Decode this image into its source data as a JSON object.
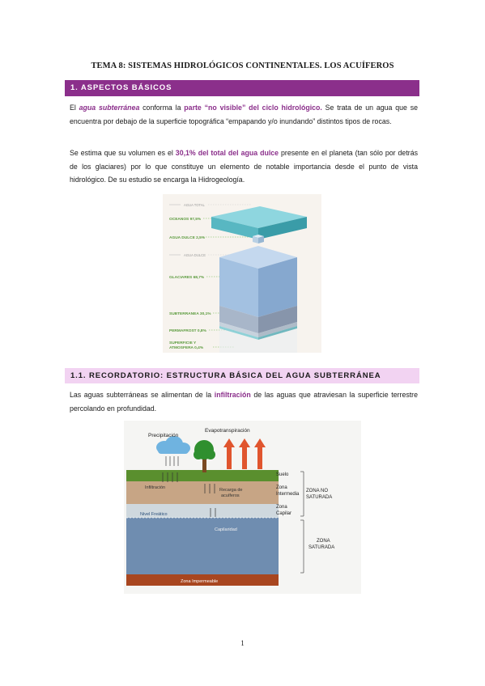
{
  "doc_title": "TEMA 8: SISTEMAS HIDROLÓGICOS CONTINENTALES. LOS ACUÍFEROS",
  "section1": {
    "title": "1. ASPECTOS BÁSICOS",
    "p1": {
      "t1": "El ",
      "h1": "agua subterránea",
      "t2": " conforma la ",
      "h2": "parte “no visible” del ciclo hidrológico.",
      "t3": " Se trata de un agua que se encuentra por debajo de la superficie topográfica “empapando y/o inundando” distintos tipos de rocas."
    },
    "p2": {
      "t1": "Se estima que su volumen es el ",
      "h1": "30,1% del total del agua dulce",
      "t2": " presente en el planeta (tan sólo por detrás de los glaciares) por lo que constituye un elemento de notable importancia desde el punto de vista hidrológico. De su estudio se encarga la Hidrogeología."
    }
  },
  "figure1": {
    "labels": {
      "agua_total": "AGUA TOTAL",
      "oceanos": "OCEANOS 97,5%",
      "agua_dulce": "AGUA DULCE 2,5%",
      "agua_dulce_2": "AGUA DULCE",
      "glaciares": "GLACIARES 68,7%",
      "subterranea": "SUBTERRANEA 30,1%",
      "permafrost": "PERMAFROST 0,8%",
      "superficie_1": "SUPERFICIE Y",
      "superficie_2": "ATMOSFERA 0,4%"
    }
  },
  "section11": {
    "title": "1.1. RECORDATORIO: ESTRUCTURA BÁSICA DEL AGUA SUBTERRÁNEA",
    "p1": {
      "t1": "Las aguas subterráneas se alimentan de la ",
      "h1": "infiltración",
      "t2": " de las aguas que atraviesan la superficie terrestre percolando en profundidad."
    }
  },
  "figure2": {
    "labels": {
      "precipitacion": "Precipitación",
      "evapotranspiracion": "Evapotranspiración",
      "suelo": "Suelo",
      "zona_intermedia_1": "Zona",
      "zona_intermedia_2": "Intermedia",
      "zona_capilar_1": "Zona",
      "zona_capilar_2": "Capilar",
      "infiltracion": "Infiltración",
      "recarga_1": "Recarga de",
      "recarga_2": "acuíferos",
      "nivel_freatico": "Nivel Freático",
      "capilaridad": "Capilaridad",
      "zona_no_saturada_1": "ZONA NO",
      "zona_no_saturada_2": "SATURADA",
      "zona_saturada_1": "ZONA",
      "zona_saturada_2": "SATURADA",
      "zona_impermeable": "Zona Impermeable"
    }
  },
  "page_number": "1"
}
